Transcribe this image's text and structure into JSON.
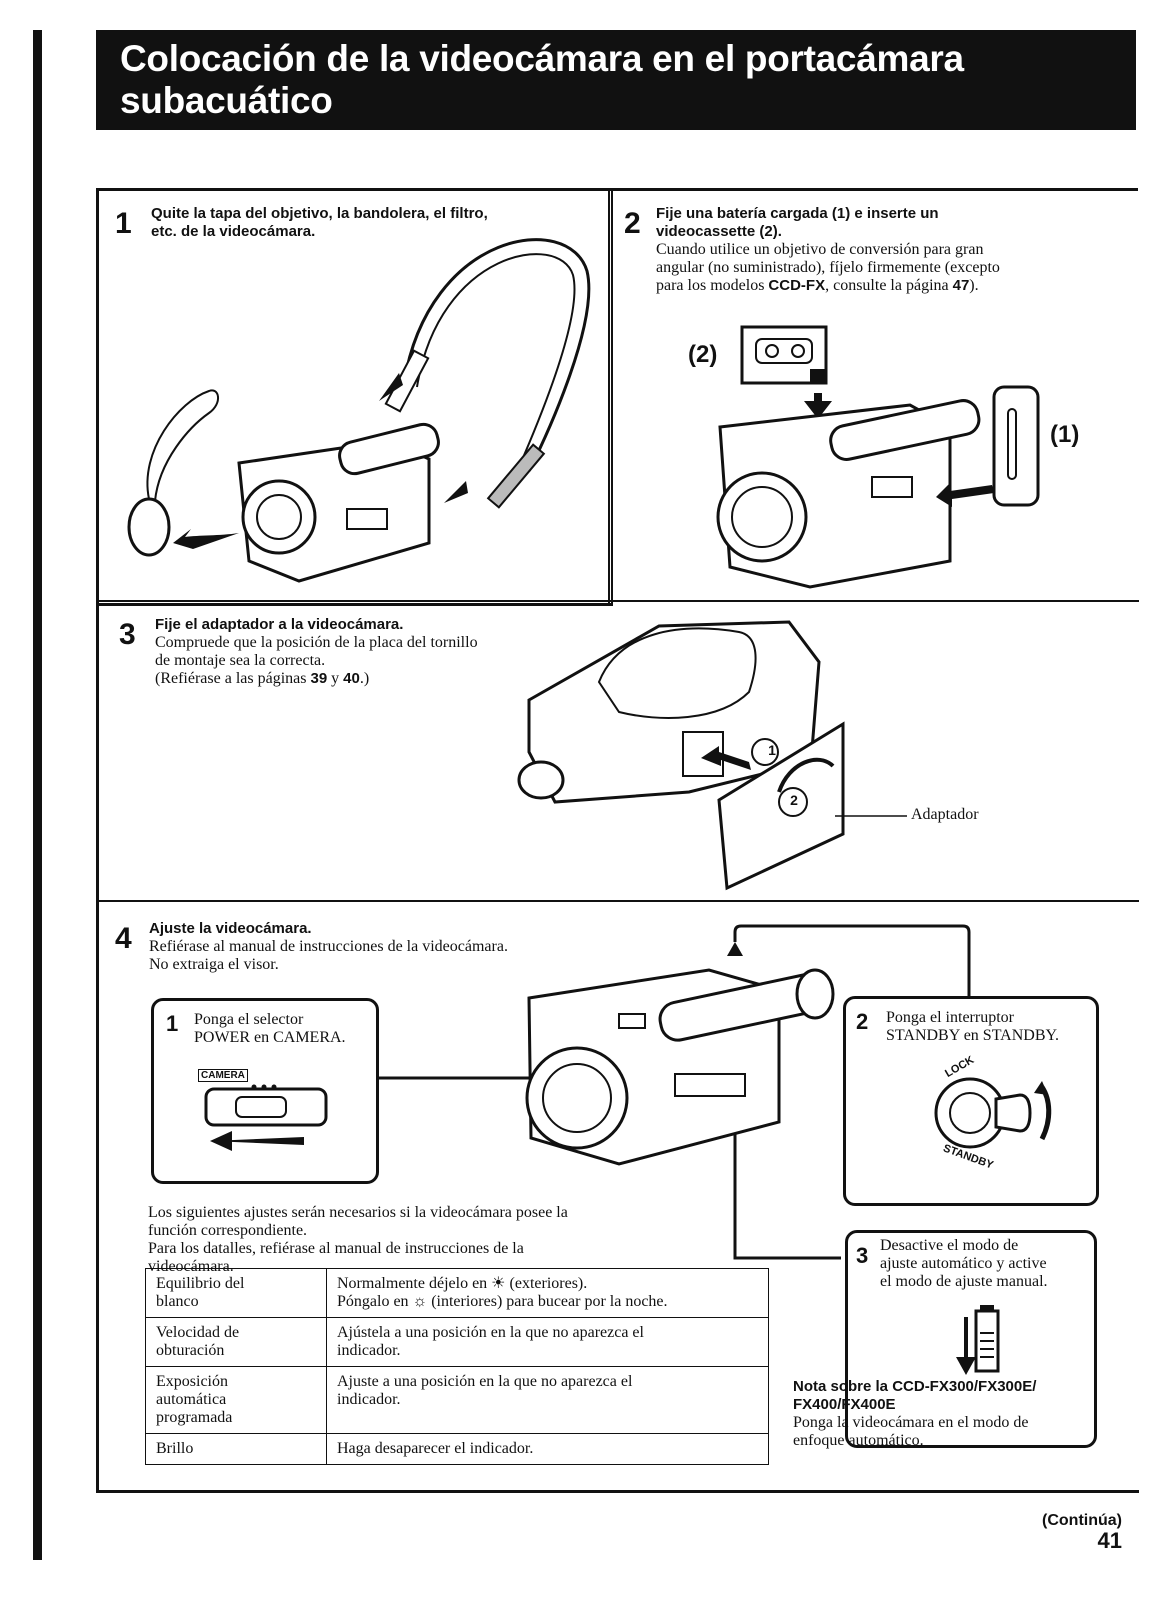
{
  "title": "Colocación de la videocámara en el portacámara subacuático",
  "step1": {
    "number": "1",
    "lines": [
      "Quite la tapa del objetivo, la bandolera, el filtro,",
      "etc. de la videocámara."
    ]
  },
  "step2": {
    "number": "2",
    "heading_lines": [
      "Fije una batería cargada (1) e inserte un",
      "videocassette (2)."
    ],
    "body_lines": [
      "Cuando utilice un objetivo de conversión para gran",
      "angular (no suministrado), fíjelo firmemente (excepto"
    ],
    "last_line_pre": "para los modelos ",
    "last_line_model": "CCD-FX",
    "last_line_mid": ", consulte la página ",
    "last_line_page": "47",
    "last_line_end": ").",
    "label_cassette": "(2)",
    "label_battery": "(1)"
  },
  "step3": {
    "number": "3",
    "heading": "Fije el adaptador a la videocámara.",
    "body_lines": [
      "Compruede que la posición de la placa del tornillo",
      "de montaje sea la correcta."
    ],
    "ref_pre": "(Refiérase a las páginas ",
    "ref_p1": "39",
    "ref_mid": " y ",
    "ref_p2": "40",
    "ref_end": ".)",
    "marker1": "1",
    "marker2": "2",
    "adapter_label": "Adaptador"
  },
  "step4": {
    "number": "4",
    "heading": "Ajuste la videocámara.",
    "body_lines": [
      "Refiérase al manual de instrucciones de la videocámara.",
      "No extraiga el visor."
    ],
    "sub1": {
      "number": "1",
      "lines": [
        "Ponga el selector",
        "POWER en CAMERA."
      ],
      "switch_label": "CAMERA"
    },
    "sub2": {
      "number": "2",
      "lines": [
        "Ponga el interruptor",
        "STANDBY en STANDBY."
      ],
      "dial_lock": "LOCK",
      "dial_standby": "STANDBY"
    },
    "sub3": {
      "number": "3",
      "lines": [
        "Desactive el modo de",
        "ajuste automático y active",
        "el modo de ajuste manual."
      ]
    },
    "note_lines": [
      "Los siguientes ajustes serán necesarios si la videocámara posee la",
      "función correspondiente.",
      "Para los datalles, refiérase al manual de instrucciones de la",
      "videocámara."
    ],
    "table": [
      {
        "key_lines": [
          "Equilibrio del",
          "blanco"
        ],
        "value_lines": [
          "Normalmente déjelo en ☀ (exteriores).",
          "Póngalo en ☼ (interiores) para bucear por la noche."
        ]
      },
      {
        "key_lines": [
          "Velocidad de",
          "obturación"
        ],
        "value_lines": [
          "Ajústela a una posición en la que no aparezca el",
          "indicador."
        ]
      },
      {
        "key_lines": [
          "Exposición",
          "automática",
          "programada"
        ],
        "value_lines": [
          "Ajuste a una posición en la que no aparezca el",
          "indicador."
        ]
      },
      {
        "key_lines": [
          "Brillo"
        ],
        "value_lines": [
          "Haga desaparecer el indicador."
        ]
      }
    ],
    "nota_title_lines": [
      "Nota sobre la CCD-FX300/FX300E/",
      "FX400/FX400E"
    ],
    "nota_body_lines": [
      "Ponga la videocámara en el modo de",
      "enfoque automático."
    ]
  },
  "footer": {
    "continua": "(Continúa)",
    "page": "41"
  }
}
